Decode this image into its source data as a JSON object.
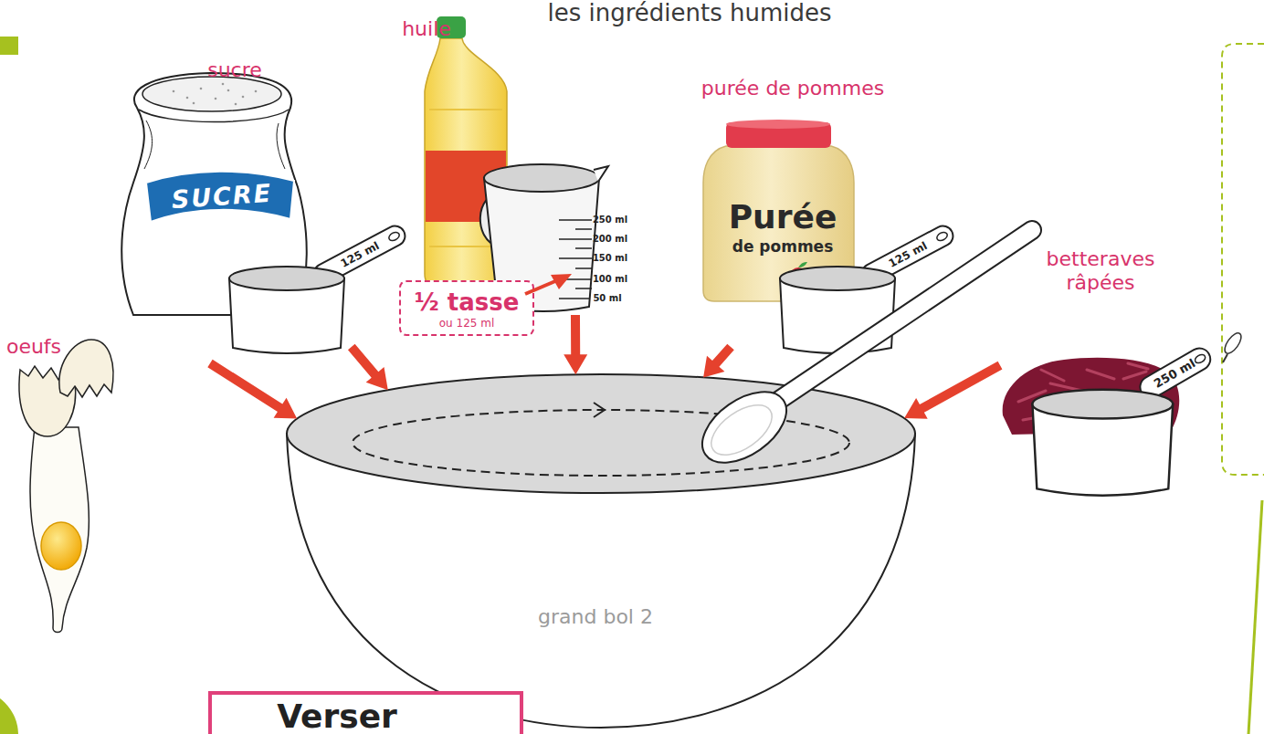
{
  "diagram": {
    "title": "les ingrédients humides",
    "nodes": [
      {
        "text": [
          "sucre",
          "SUCRE"
        ]
      },
      {
        "text": [
          "huile"
        ]
      },
      {
        "text": [
          "½ tasse",
          "ou 125 ml"
        ]
      },
      {
        "text": [
          "purée de pommes",
          "Purée",
          "de pommes"
        ]
      },
      {
        "text": [
          "betteraves râpées"
        ]
      },
      {
        "text": [
          "oeufs"
        ]
      },
      {
        "text": [
          "grand bol 2"
        ]
      },
      {
        "text": [
          "Verser"
        ]
      }
    ],
    "edges": [
      {
        "from": 0,
        "to": 6,
        "arrow": "to"
      },
      {
        "from": 1,
        "to": 6,
        "arrow": "to"
      },
      {
        "from": 3,
        "to": 6,
        "arrow": "to"
      },
      {
        "from": 4,
        "to": 6,
        "arrow": "to"
      },
      {
        "from": 5,
        "to": 6,
        "arrow": "to"
      }
    ],
    "labels": [
      "250 ml",
      "200 ml",
      "150 ml",
      "100 ml",
      "50 ml",
      "125 ml",
      "125 ml",
      "250 ml"
    ]
  }
}
